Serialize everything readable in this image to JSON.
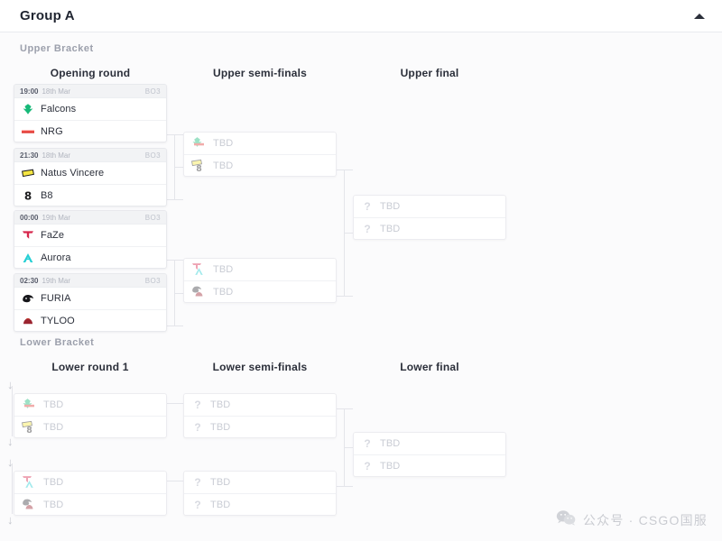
{
  "header": {
    "title": "Group A",
    "collapse_icon": "chevron-up-icon"
  },
  "brackets": {
    "upper_label": "Upper Bracket",
    "lower_label": "Lower Bracket"
  },
  "rounds": {
    "upper": [
      "Opening round",
      "Upper semi-finals",
      "Upper final"
    ],
    "lower": [
      "Lower round 1",
      "Lower semi-finals",
      "Lower final"
    ]
  },
  "tbd_label": "TBD",
  "upper_opening": [
    {
      "time": "19:00",
      "date": "18th Mar",
      "format": "BO3",
      "teams": [
        {
          "name": "Falcons",
          "logo": "falcons-logo",
          "color": "#17b978"
        },
        {
          "name": "NRG",
          "logo": "nrg-logo",
          "color": "#e03b36"
        }
      ]
    },
    {
      "time": "21:30",
      "date": "18th Mar",
      "format": "BO3",
      "teams": [
        {
          "name": "Natus Vincere",
          "logo": "navi-logo",
          "color": "#f5e642"
        },
        {
          "name": "B8",
          "logo": "b8-logo",
          "color": "#1d1d1f"
        }
      ]
    },
    {
      "time": "00:00",
      "date": "19th Mar",
      "format": "BO3",
      "teams": [
        {
          "name": "FaZe",
          "logo": "faze-logo",
          "color": "#d6274c"
        },
        {
          "name": "Aurora",
          "logo": "aurora-logo",
          "color": "#25cfd4"
        }
      ]
    },
    {
      "time": "02:30",
      "date": "19th Mar",
      "format": "BO3",
      "teams": [
        {
          "name": "FURIA",
          "logo": "furia-logo",
          "color": "#16161a"
        },
        {
          "name": "TYLOO",
          "logo": "tyloo-logo",
          "color": "#9b2430"
        }
      ]
    }
  ],
  "upper_semis": [
    {
      "slots": [
        {
          "label": "TBD",
          "logo": "stacked-falcons-nrg-logo"
        },
        {
          "label": "TBD",
          "logo": "stacked-navi-b8-logo"
        }
      ]
    },
    {
      "slots": [
        {
          "label": "TBD",
          "logo": "stacked-faze-aurora-logo"
        },
        {
          "label": "TBD",
          "logo": "stacked-furia-tyloo-logo"
        }
      ]
    }
  ],
  "upper_final": {
    "slots": [
      {
        "label": "TBD",
        "logo": "question-mark-icon"
      },
      {
        "label": "TBD",
        "logo": "question-mark-icon"
      }
    ]
  },
  "lower_round1": [
    {
      "slots": [
        {
          "label": "TBD",
          "logo": "stacked-falcons-nrg-logo"
        },
        {
          "label": "TBD",
          "logo": "stacked-navi-b8-logo"
        }
      ]
    },
    {
      "slots": [
        {
          "label": "TBD",
          "logo": "stacked-faze-aurora-logo"
        },
        {
          "label": "TBD",
          "logo": "stacked-furia-tyloo-logo"
        }
      ]
    }
  ],
  "lower_semis": [
    {
      "slots": [
        {
          "label": "TBD",
          "logo": "question-mark-icon"
        },
        {
          "label": "TBD",
          "logo": "question-mark-icon"
        }
      ]
    },
    {
      "slots": [
        {
          "label": "TBD",
          "logo": "question-mark-icon"
        },
        {
          "label": "TBD",
          "logo": "question-mark-icon"
        }
      ]
    }
  ],
  "lower_final": {
    "slots": [
      {
        "label": "TBD",
        "logo": "question-mark-icon"
      },
      {
        "label": "TBD",
        "logo": "question-mark-icon"
      }
    ]
  },
  "drop_arrows": [
    "↓",
    "↓",
    "↓",
    "↓"
  ],
  "watermark": {
    "icon": "wechat-icon",
    "text": "公众号 · CSGO国服"
  },
  "colors": {
    "card_border": "#e8e9ed",
    "meta_bg": "#f2f3f5",
    "tbd_text": "#c9ccd4",
    "connector": "#e4e5ea",
    "page_bg": "#fbfbfc"
  }
}
